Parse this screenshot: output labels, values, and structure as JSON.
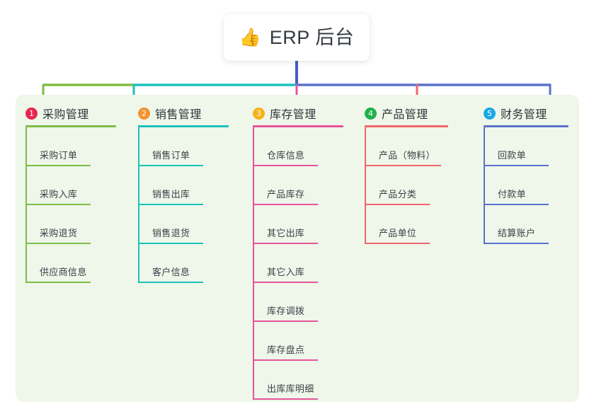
{
  "root": {
    "icon": "thumbs-up-icon",
    "icon_glyph": "👍",
    "title": "ERP 后台"
  },
  "theme": {
    "page_background": "#ffffff",
    "panel_background": "#eef7ea",
    "card_background": "#ffffff",
    "title_text": "#343a40",
    "item_text": "#3b4148",
    "root_stem": "#4a5bc4"
  },
  "columns": [
    {
      "number": "1",
      "title": "采购管理",
      "badge_color": "#e8264f",
      "line_color": "#7fbd46",
      "items": [
        {
          "label": "采购订单"
        },
        {
          "label": "采购入库"
        },
        {
          "label": "采购退货"
        },
        {
          "label": "供应商信息"
        }
      ]
    },
    {
      "number": "2",
      "title": "销售管理",
      "badge_color": "#f5922f",
      "line_color": "#1bc2bb",
      "items": [
        {
          "label": "销售订单"
        },
        {
          "label": "销售出库"
        },
        {
          "label": "销售退货"
        },
        {
          "label": "客户信息"
        }
      ]
    },
    {
      "number": "3",
      "title": "库存管理",
      "badge_color": "#f8b219",
      "line_color": "#e8539b",
      "items": [
        {
          "label": "仓库信息"
        },
        {
          "label": "产品库存"
        },
        {
          "label": "其它出库"
        },
        {
          "label": "其它入库"
        },
        {
          "label": "库存调拨"
        },
        {
          "label": "库存盘点"
        },
        {
          "label": "出库库明细"
        }
      ]
    },
    {
      "number": "4",
      "title": "产品管理",
      "badge_color": "#22b14c",
      "line_color": "#f2656b",
      "items": [
        {
          "label": "产品（物料）"
        },
        {
          "label": "产品分类"
        },
        {
          "label": "产品单位"
        }
      ]
    },
    {
      "number": "5",
      "title": "财务管理",
      "badge_color": "#19a8e8",
      "line_color": "#5b72cc",
      "items": [
        {
          "label": "回款单"
        },
        {
          "label": "付款单"
        },
        {
          "label": "结算账户"
        }
      ]
    }
  ]
}
